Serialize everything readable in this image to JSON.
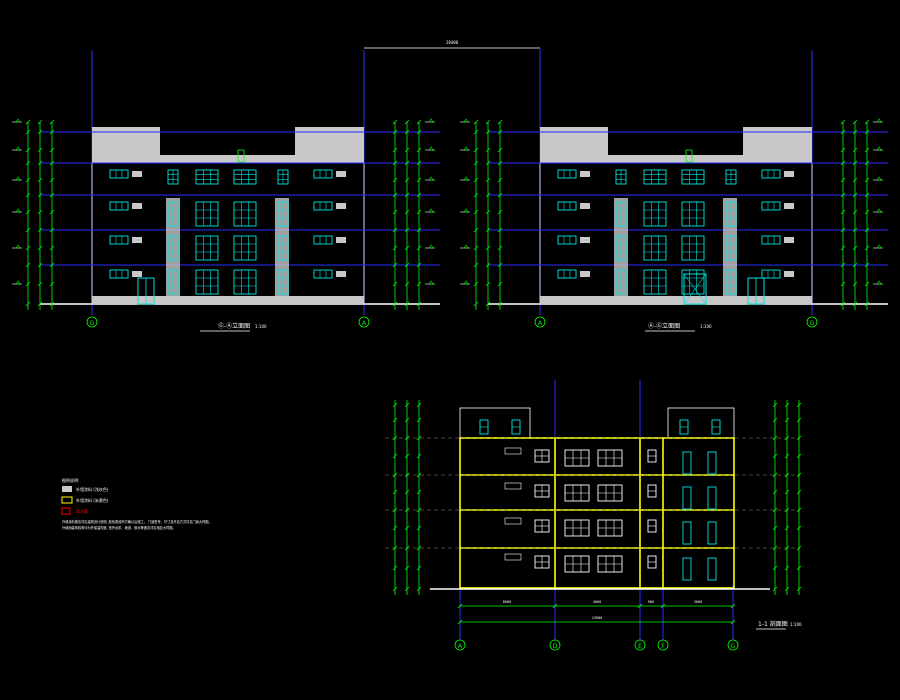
{
  "colors": {
    "background": "#000000",
    "axis": "#2b2bff",
    "dim": "#00ff00",
    "window": "#00e5e5",
    "fill": "#c8c8c8",
    "text": "#ffffff",
    "yellow": "#ffff00",
    "red": "#ff0000"
  },
  "drawings": {
    "elev1": {
      "axis_left": "G",
      "axis_right": "A",
      "title": "Ⓖ-Ⓐ立面图",
      "scale": "1:100",
      "top_dim": "28400"
    },
    "elev2": {
      "axis_left": "A",
      "axis_right": "G",
      "title": "Ⓐ-Ⓖ立面图",
      "scale": "1:100"
    },
    "section": {
      "title": "1-1 剖面图",
      "scale": "1:100",
      "axis_labels": [
        "A",
        "D",
        "E",
        "F",
        "G"
      ],
      "bottom_dims": [
        "8000",
        "4000",
        "900",
        "3000",
        "15900"
      ]
    }
  },
  "legend": {
    "heading": "图例说明:",
    "items": [
      {
        "swatch": "gray",
        "label": "外墙涂料 (浅灰色)"
      },
      {
        "swatch": "yellow",
        "label": "外墙涂料 (米黄色)"
      },
      {
        "swatch": "red",
        "label": "雨水管"
      }
    ],
    "note_line1": "外墙涂料做法详见建筑设计说明, 颜色需经甲方确认后施工。       门窗型号、尺寸及开启方式详见门窗大样图。",
    "note_line2": "外墙面装饰线条均为外保温构造, 室外台阶、坡道、散水等做法详见相应大样图。"
  }
}
